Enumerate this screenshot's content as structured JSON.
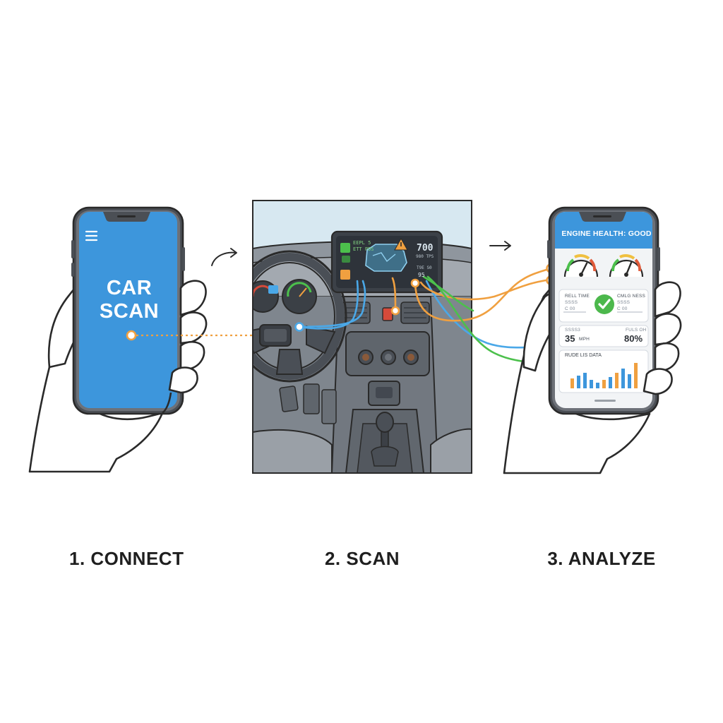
{
  "steps": [
    {
      "label": "1. CONNECT"
    },
    {
      "label": "2. SCAN"
    },
    {
      "label": "3. ANALYZE"
    }
  ],
  "phone_connect": {
    "app_title_line1": "CAR",
    "app_title_line2": "SCAN",
    "screen_color": "#3d96dc",
    "menu_icon": "hamburger-menu-icon"
  },
  "dashboard_display": {
    "left_text_1": "EEPL 5",
    "left_text_2": "ETT PDS",
    "right_value": "700",
    "right_sub": "980 TPS",
    "bottom_left": "T9E  S0",
    "bottom_right": "95",
    "warning_icon": "warning-triangle-icon",
    "engine_icon": "engine-icon"
  },
  "phone_analyze": {
    "header": "ENGINE HEALTH: GOOD",
    "header_color": "#3d96dc",
    "card1_left_label": "RELL TIME",
    "card1_left_sub": "SSSS",
    "card1_left_foot": "C 00",
    "card1_right_label": "CMLG NESS",
    "card1_right_sub": "SSSS",
    "card1_right_foot": "C 00",
    "card2_left_label": "SSSS3",
    "card2_left_value": "35",
    "card2_left_unit": "MPH",
    "card2_right_label": "FULS OH",
    "card2_right_value": "80%",
    "chart_title": "RUDE LIS DATA",
    "check_icon": "check-circle-icon"
  },
  "colors": {
    "orange_line": "#f0a040",
    "blue_line": "#4aa8e8",
    "green_line": "#4cc04c",
    "outline": "#2a2a2a"
  }
}
